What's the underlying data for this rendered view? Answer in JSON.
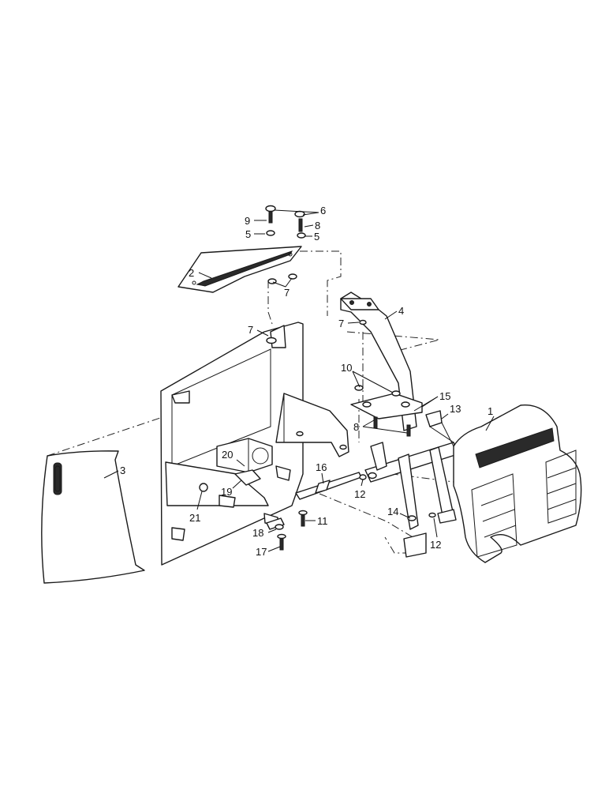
{
  "callouts": [
    {
      "id": "c1",
      "text": "1"
    },
    {
      "id": "c2",
      "text": "2"
    },
    {
      "id": "c3",
      "text": "3"
    },
    {
      "id": "c4",
      "text": "4"
    },
    {
      "id": "c5a",
      "text": "5"
    },
    {
      "id": "c5b",
      "text": "5"
    },
    {
      "id": "c6",
      "text": "6"
    },
    {
      "id": "c7a",
      "text": "7"
    },
    {
      "id": "c7b",
      "text": "7"
    },
    {
      "id": "c7c",
      "text": "7"
    },
    {
      "id": "c8a",
      "text": "8"
    },
    {
      "id": "c8b",
      "text": "8"
    },
    {
      "id": "c9",
      "text": "9"
    },
    {
      "id": "c10",
      "text": "10"
    },
    {
      "id": "c11",
      "text": "11"
    },
    {
      "id": "c12a",
      "text": "12"
    },
    {
      "id": "c12b",
      "text": "12"
    },
    {
      "id": "c13",
      "text": "13"
    },
    {
      "id": "c14",
      "text": "14"
    },
    {
      "id": "c15",
      "text": "15"
    },
    {
      "id": "c16",
      "text": "16"
    },
    {
      "id": "c17",
      "text": "17"
    },
    {
      "id": "c18",
      "text": "18"
    },
    {
      "id": "c19",
      "text": "19"
    },
    {
      "id": "c20",
      "text": "20"
    },
    {
      "id": "c21",
      "text": "21"
    }
  ]
}
